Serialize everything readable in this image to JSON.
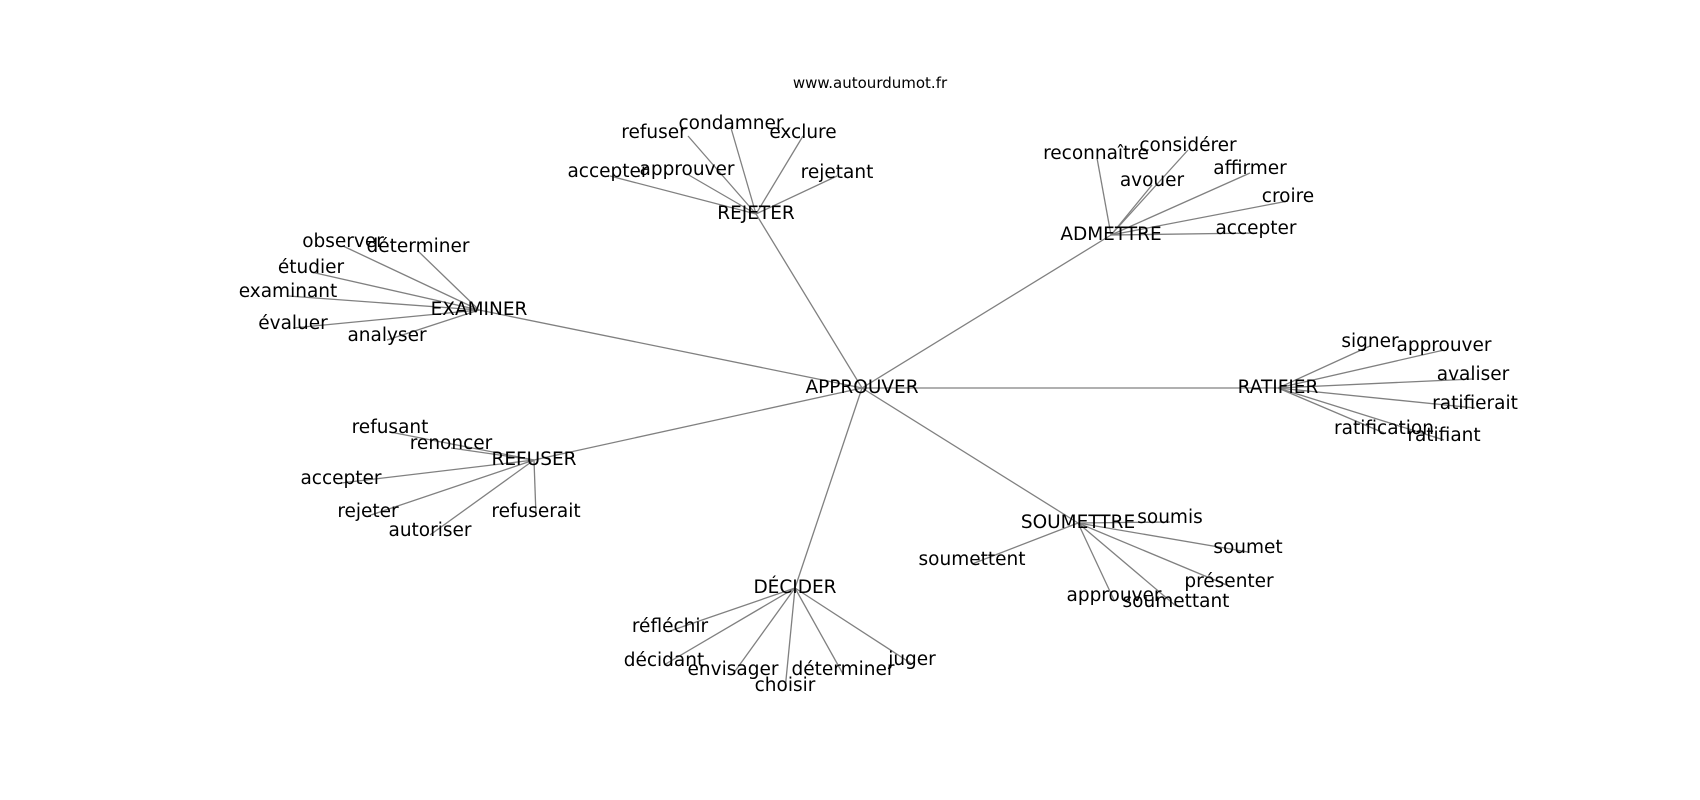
{
  "header": {
    "site_url": "www.autourdumot.fr"
  },
  "graph": {
    "root": "APPROUVER",
    "branches": [
      {
        "hub": "REJETER",
        "words": [
          "refuser",
          "condamner",
          "exclure",
          "accepter",
          "approuver",
          "rejetant"
        ]
      },
      {
        "hub": "ADMETTRE",
        "words": [
          "reconnaître",
          "considérer",
          "avouer",
          "affirmer",
          "croire",
          "accepter"
        ]
      },
      {
        "hub": "EXAMINER",
        "words": [
          "observer",
          "déterminer",
          "étudier",
          "examinant",
          "évaluer",
          "analyser"
        ]
      },
      {
        "hub": "RATIFIER",
        "words": [
          "signer",
          "approuver",
          "avaliser",
          "ratifierait",
          "ratification",
          "ratifiant"
        ]
      },
      {
        "hub": "REFUSER",
        "words": [
          "refusant",
          "renoncer",
          "accepter",
          "rejeter",
          "autoriser",
          "refuserait"
        ]
      },
      {
        "hub": "SOUMETTRE",
        "words": [
          "soumis",
          "soumettent",
          "soumet",
          "présenter",
          "approuver",
          "soumettant"
        ]
      },
      {
        "hub": "DÉCIDER",
        "words": [
          "réfléchir",
          "décidant",
          "envisager",
          "choisir",
          "déterminer",
          "juger"
        ]
      }
    ]
  }
}
